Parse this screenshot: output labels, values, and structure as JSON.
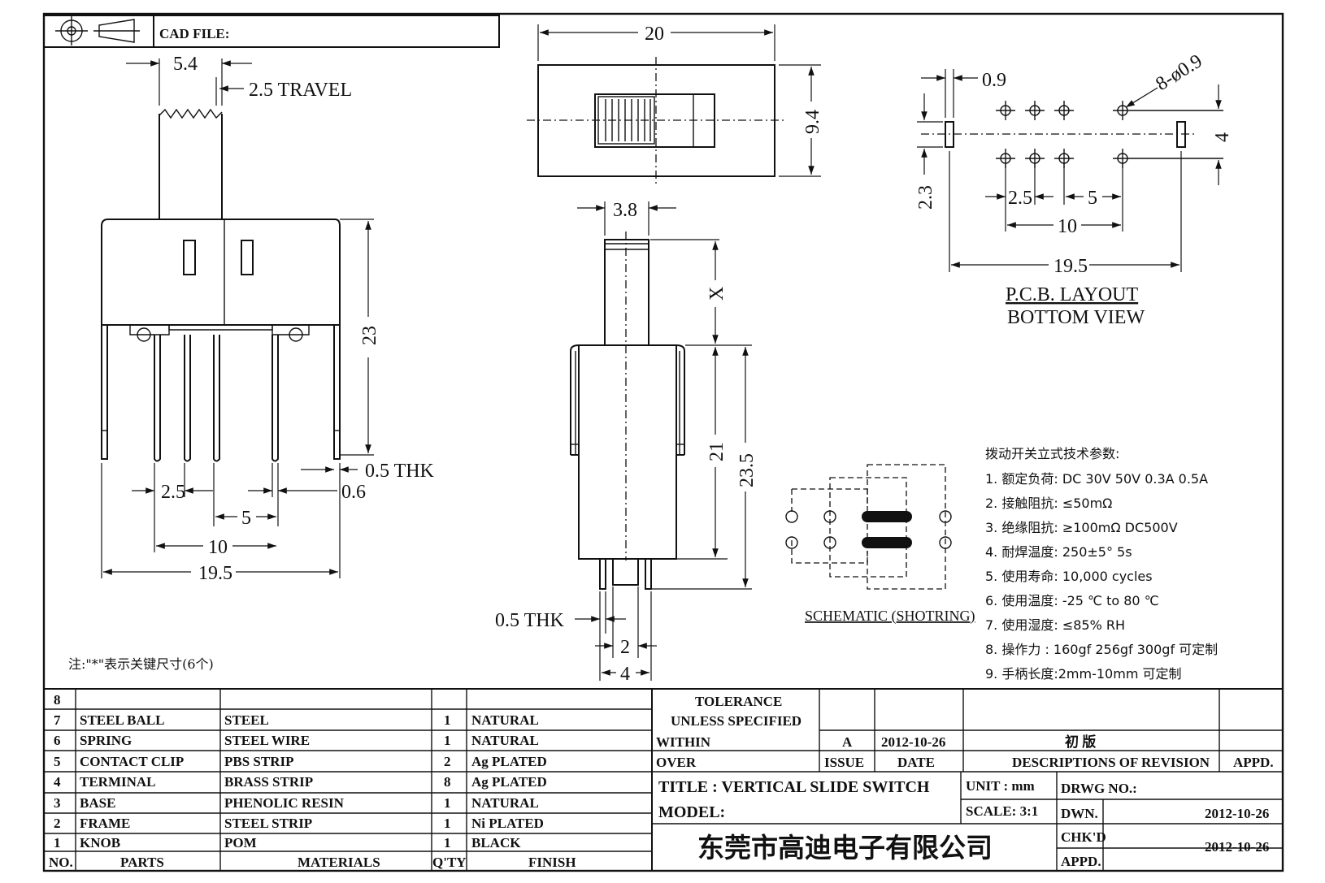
{
  "header": {
    "cad_file_label": "CAD FILE:"
  },
  "front_view": {
    "dims": [
      "5.4",
      "2.5 TRAVEL",
      "23",
      "0.5 THK",
      "2.5",
      "0.6",
      "5",
      "10",
      "19.5"
    ]
  },
  "top_view": {
    "dims": [
      "20",
      "9.4"
    ]
  },
  "side_view": {
    "dims": [
      "3.8",
      "X",
      "21",
      "23.5",
      "0.5 THK",
      "2",
      "4"
    ]
  },
  "pcb": {
    "dims": [
      "0.9",
      "8-ø0.9",
      "4",
      "2.3",
      "2.5",
      "5",
      "10",
      "19.5"
    ],
    "title": "P.C.B. LAYOUT",
    "subtitle": "BOTTOM VIEW"
  },
  "schematic": {
    "caption": "SCHEMATIC (SHOTRING)"
  },
  "specs": {
    "heading": "拨动开关立式技术参数:",
    "items": [
      "1.  额定负荷: DC 30V    50V    0.3A    0.5A",
      "2.  接触阻抗:  ≤50mΩ",
      "3.  绝缘阻抗:  ≥100mΩ   DC500V",
      "4.  耐焊温度: 250±5°  5s",
      "5.  使用寿命: 10,000 cycles",
      "6.  使用温度: -25  ℃  to 80  ℃",
      "7.  使用湿度:  ≤85% RH",
      "8.  操作力 : 160gf    256gf    300gf  可定制",
      "9.  手柄长度:2mm-10mm  可定制"
    ]
  },
  "note": "注:\"*\"表示关键尺寸(6个)",
  "parts_table": {
    "headers": [
      "NO.",
      "PARTS",
      "MATERIALS",
      "Q'TY",
      "FINISH"
    ],
    "rows": [
      [
        "8",
        "",
        "",
        "",
        ""
      ],
      [
        "7",
        "STEEL BALL",
        "STEEL",
        "1",
        "NATURAL"
      ],
      [
        "6",
        "SPRING",
        "STEEL WIRE",
        "1",
        "NATURAL"
      ],
      [
        "5",
        "CONTACT CLIP",
        "PBS STRIP",
        "2",
        "Ag PLATED"
      ],
      [
        "4",
        "TERMINAL",
        "BRASS STRIP",
        "8",
        "Ag PLATED"
      ],
      [
        "3",
        "BASE",
        "PHENOLIC RESIN",
        "1",
        "NATURAL"
      ],
      [
        "2",
        "FRAME",
        "STEEL STRIP",
        "1",
        "Ni PLATED"
      ],
      [
        "1",
        "KNOB",
        "POM",
        "1",
        "BLACK"
      ]
    ]
  },
  "title_block": {
    "tolerance": "TOLERANCE",
    "unless": "UNLESS   SPECIFIED",
    "within": "WITHIN",
    "over": "OVER",
    "issue_value": "A",
    "date_value": "2012-10-26",
    "revision_text": "初    版",
    "issue_label": "ISSUE",
    "date_label": "DATE",
    "desc_label": "DESCRIPTIONS OF REVISION",
    "appd_label": "APPD.",
    "title": "TITLE :   VERTICAL SLIDE SWITCH",
    "unit": "UNIT :   mm",
    "drwg_no": "DRWG NO.:",
    "model": "MODEL:",
    "scale": "SCALE:   3:1",
    "dwn_label": "DWN.",
    "dwn_date": "2012-10-26",
    "chkd_label": "CHK'D",
    "chkd_date": "2012-10-26",
    "appd2_label": "APPD.",
    "company": "东莞市高迪电子有限公司"
  }
}
